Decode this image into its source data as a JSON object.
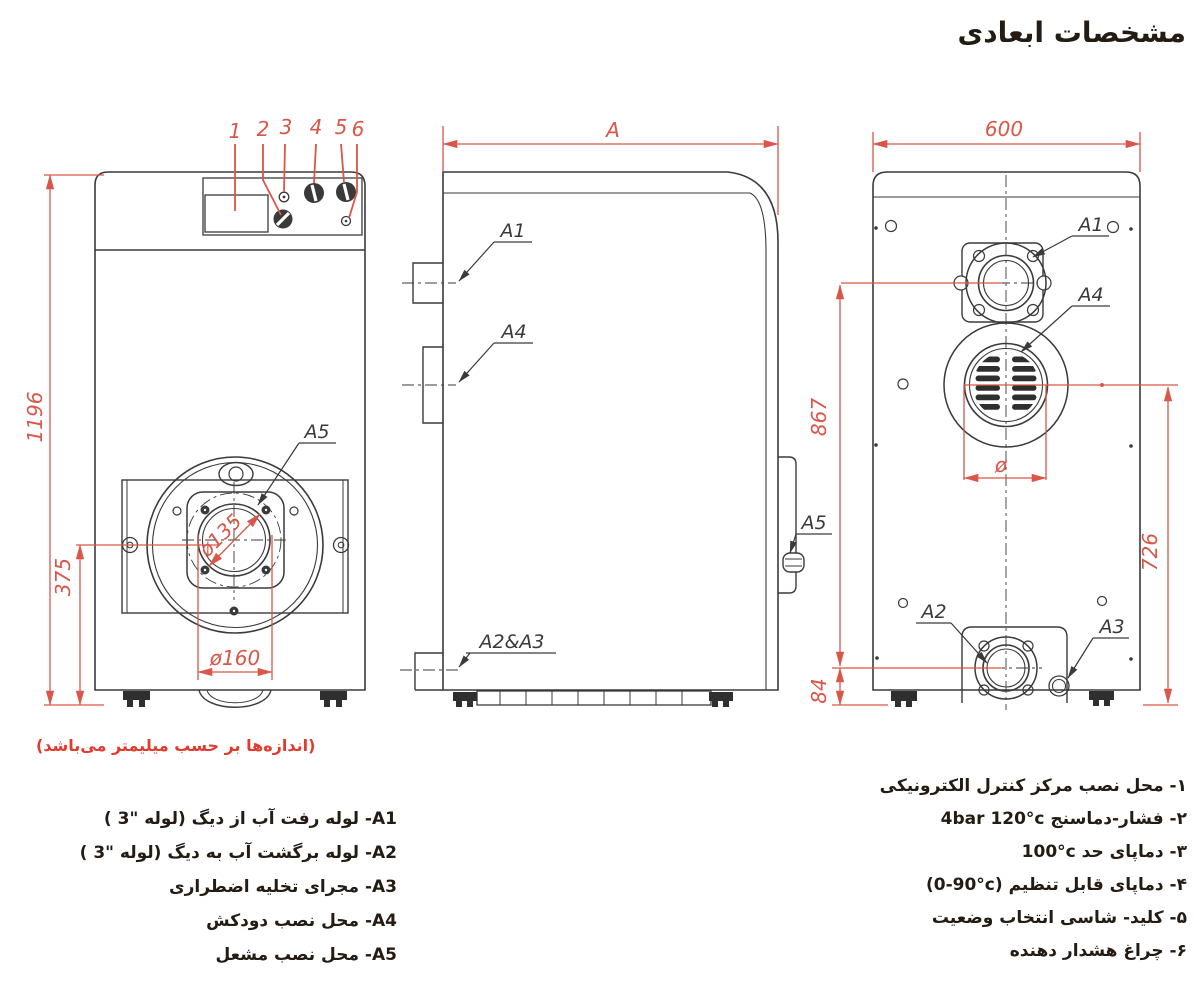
{
  "title": "مشخصات ابعادی",
  "units_note": "(اندازه‌ها بر حسب میلیمتر می‌باشد)",
  "colors": {
    "line": "#3a3a3a",
    "dim": "#d95648",
    "text": "#241b12",
    "note": "#e23b2e"
  },
  "dims": {
    "height": "1196",
    "burner_height": "375",
    "burner_dia": "ø135",
    "flange_dia": "ø160",
    "depth": "A",
    "width": "600",
    "flue_center": "867",
    "flue_right": "726",
    "return_height": "84",
    "flue_dia": "ø"
  },
  "panel_callouts": [
    "1",
    "2",
    "3",
    "4",
    "5",
    "6"
  ],
  "part_labels": {
    "a1": "A1",
    "a2": "A2",
    "a3": "A3",
    "a4": "A4",
    "a5": "A5",
    "a2a3": "A2&A3"
  },
  "legend_left": {
    "items": [
      "A1- لوله رفت آب از دیگ (لوله \"3 )",
      "A2- لوله برگشت آب به دیگ (لوله \"3 )",
      "A3- مجرای تخلیه اضطراری",
      "A4- محل نصب دودکش",
      "A5- محل نصب مشعل"
    ]
  },
  "legend_right": {
    "items": [
      "۱- محل نصب مرکز کنترل الکترونیکی",
      "۲- فشار-دماسنج  ⁦4bar   120°c⁩",
      "۳- دماپای حد  ⁦100°c⁩",
      "۴- دماپای قابل تنظیم  ⁦(0-90°c)⁩",
      "۵- کلید- شاسی انتخاب وضعیت",
      "۶- چراغ هشدار دهنده"
    ]
  }
}
